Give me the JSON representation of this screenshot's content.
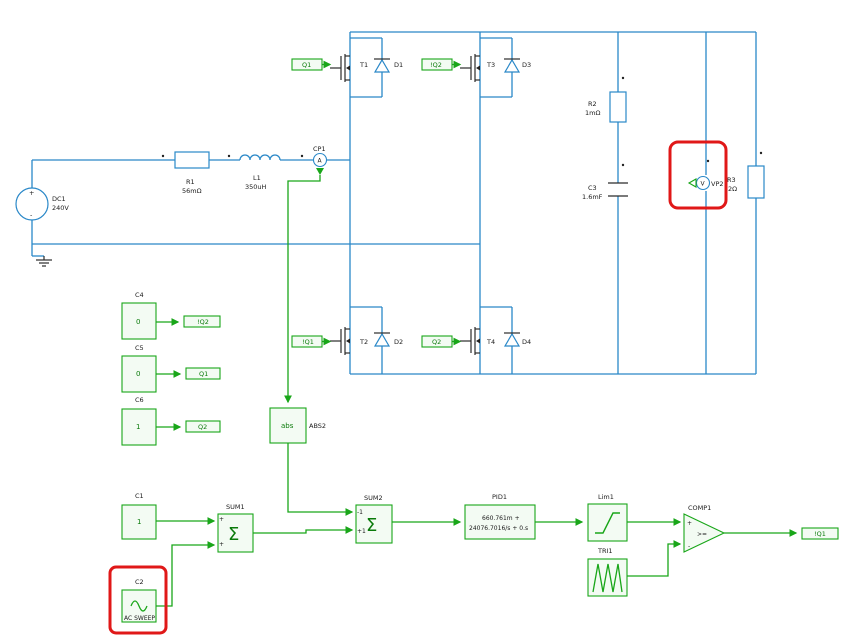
{
  "components": {
    "dc1": {
      "name": "DC1",
      "value": "240V",
      "plus": "+",
      "minus": "-"
    },
    "r1": {
      "name": "R1",
      "value": "56mΩ"
    },
    "l1": {
      "name": "L1",
      "value": "350uH"
    },
    "cp1": {
      "name": "CP1",
      "symbol": "A"
    },
    "r2": {
      "name": "R2",
      "value": "1mΩ"
    },
    "c3": {
      "name": "C3",
      "value": "1.6mF"
    },
    "vp2": {
      "name": "VP2",
      "symbol": "V"
    },
    "r3": {
      "name": "R3",
      "value": "2Ω"
    },
    "t1": "T1",
    "t2": "T2",
    "t3": "T3",
    "t4": "T4",
    "d1": "D1",
    "d2": "D2",
    "d3": "D3",
    "d4": "D4"
  },
  "gate_tags": {
    "q1_top": "Q1",
    "iq2_top": "!Q2",
    "iq1_bot": "!Q1",
    "q2_bot": "Q2",
    "c4_out": "!Q2",
    "c5_out": "Q1",
    "c6_out": "Q2",
    "comp_out": "!Q1"
  },
  "control": {
    "c4": {
      "name": "C4",
      "value": "0"
    },
    "c5": {
      "name": "C5",
      "value": "0"
    },
    "c6": {
      "name": "C6",
      "value": "1"
    },
    "c1": {
      "name": "C1",
      "value": "1"
    },
    "c2": {
      "name": "C2",
      "sub": "AC SWEEP"
    },
    "abs2": {
      "name": "ABS2",
      "inner": "abs"
    },
    "sum1": {
      "name": "SUM1",
      "symbol": "Σ",
      "in1": "+",
      "in2": "+"
    },
    "sum2": {
      "name": "SUM2",
      "symbol": "Σ",
      "in1": "-1",
      "in2": "+1"
    },
    "pid1": {
      "name": "PID1",
      "line1": "660.761m +",
      "line2": "24076.7016/s + 0.s"
    },
    "lim1": {
      "name": "Lim1"
    },
    "tri1": {
      "name": "TRI1"
    },
    "comp1": {
      "name": "COMP1",
      "inner": ">=",
      "plus": "+",
      "minus": "-"
    }
  },
  "colors": {
    "power": "#2a88c8",
    "control": "#19a619",
    "highlight": "#e01818"
  }
}
